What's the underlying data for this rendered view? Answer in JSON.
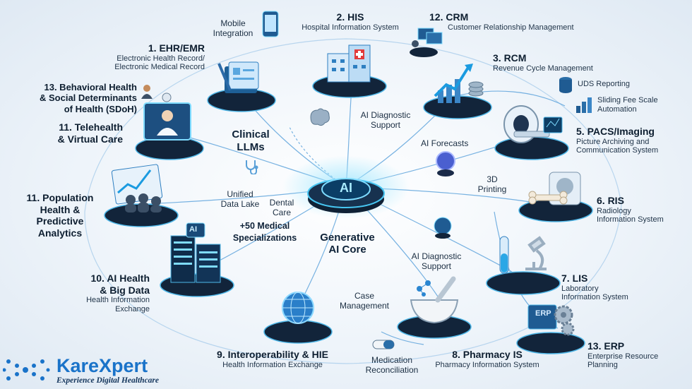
{
  "core": {
    "chip": "AI",
    "title_line1": "Generative",
    "title_line2": "AI Core"
  },
  "clinical": {
    "line1": "Clinical",
    "line2": "LLMs"
  },
  "specializations": {
    "line1": "+50 Medical",
    "line2": "Specializations"
  },
  "nodes": {
    "ehr": {
      "title": "1. EHR/EMR",
      "sub1": "Electronic Health Record/",
      "sub2": "Electronic Medical Record"
    },
    "his": {
      "title": "2. HIS",
      "sub1": "Hospital Information System"
    },
    "crm": {
      "title": "12. CRM",
      "sub1": "Customer Relationship Management"
    },
    "rcm": {
      "title": "3. RCM",
      "sub1": "Revenue Cycle Management"
    },
    "uds": {
      "title": "UDS Reporting"
    },
    "sliding": {
      "line1": "Sliding Fee Scale",
      "line2": "Automation"
    },
    "pacs": {
      "title": "5. PACS/Imaging",
      "sub1": "Picture Archiving and",
      "sub2": "Communication System"
    },
    "ris": {
      "title": "6. RIS",
      "sub1": "Radiology",
      "sub2": "Information System"
    },
    "lis": {
      "title": "7. LIS",
      "sub1": "Laboratory",
      "sub2": "Information System"
    },
    "erp": {
      "title": "13. ERP",
      "sub1": "Enterprise Resource",
      "sub2": "Planning"
    },
    "pharmacy": {
      "title": "8. Pharmacy IS",
      "sub1": "Pharmacy Information System"
    },
    "hie": {
      "title": "9. Interoperability & HIE",
      "sub1": "Health Information Exchange"
    },
    "bigdata": {
      "line1": "10. AI Health",
      "line2": "& Big Data",
      "sub1": "Health Information",
      "sub2": "Exchange"
    },
    "population": {
      "line1": "11. Population",
      "line2": "Health &",
      "line3": "Predictive",
      "line4": "Analytics"
    },
    "telehealth": {
      "line1": "11. Telehealth",
      "line2": "& Virtual Care"
    },
    "behavioral": {
      "line1": "13. Behavioral Health",
      "line2": "& Social Determinants",
      "line3": "of Health (SDoH)"
    }
  },
  "minor": {
    "mobile": {
      "line1": "Mobile",
      "line2": "Integration"
    },
    "ai_diag_top": {
      "line1": "AI Diagnostic",
      "line2": "Support"
    },
    "ai_forecasts": "AI Forecasts",
    "printing": {
      "line1": "3D",
      "line2": "Printing"
    },
    "unified": {
      "line1": "Unified",
      "line2": "Data Lake"
    },
    "dental": {
      "line1": "Dental",
      "line2": "Care"
    },
    "ai_diag_bottom": {
      "line1": "AI Diagnostic",
      "line2": "Support"
    },
    "case": {
      "line1": "Case",
      "line2": "Management"
    },
    "medication": {
      "line1": "Medication",
      "line2": "Reconciliation"
    }
  },
  "logo": {
    "name": "KareXpert",
    "tagline": "Experience Digital Healthcare"
  },
  "colors": {
    "accent": "#1a73c9",
    "line": "#3b8fd4",
    "platform": "#12243a",
    "glow": "#47c6f2"
  }
}
